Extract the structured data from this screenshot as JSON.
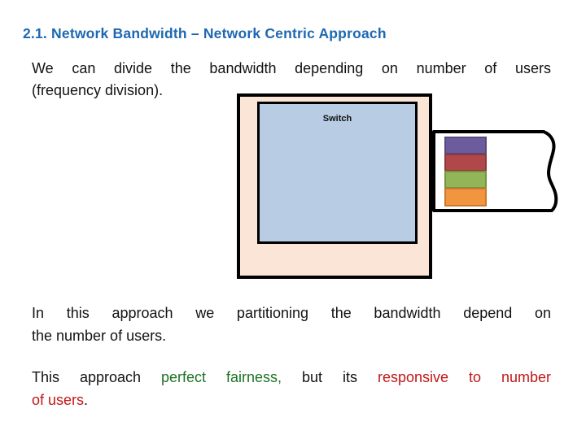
{
  "slide": {
    "title": "2.1. Network Bandwidth – Network Centric Approach",
    "intro": {
      "line1": "We can divide the bandwidth depending on number of users",
      "line2": "(frequency division)."
    },
    "diagram": {
      "switch_label": "Switch"
    },
    "body": {
      "line1": "In this approach we partitioning the bandwidth depend on",
      "line2": "the number of users."
    },
    "conclusion": {
      "part1": "This approach ",
      "highlight_green": "perfect fairness,",
      "part2": " but its ",
      "highlight_red_line1": "responsive to number",
      "highlight_red_line2": "of users",
      "period": "."
    },
    "colors": {
      "title_blue": "#1E68B2",
      "green_text": "#1D7324",
      "red_text": "#C11717",
      "outer_box_fill": "#FBE5D6",
      "switch_box_fill": "#B8CCE4",
      "band_purple": "#6C5C9E",
      "band_purple_border": "#554A7E",
      "band_red": "#B0474B",
      "band_red_border": "#8A393C",
      "band_green": "#92B558",
      "band_green_border": "#75943F",
      "band_orange": "#F2953F",
      "band_orange_border": "#C9782F"
    }
  }
}
